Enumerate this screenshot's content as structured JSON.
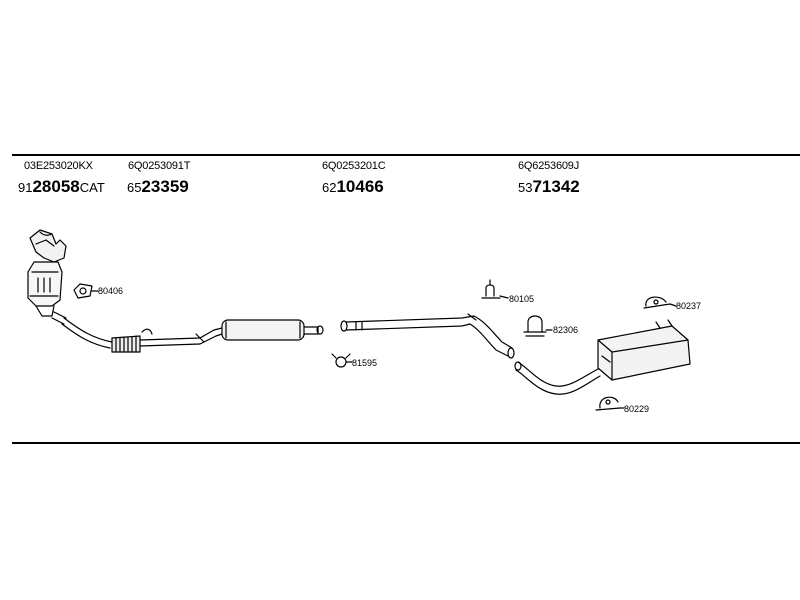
{
  "oe_numbers": [
    "03E253020KX",
    "6Q0253091T",
    "6Q0253201C",
    "6Q6253609J"
  ],
  "parts": [
    {
      "prefix": "91",
      "main": "28058",
      "suffix": "CAT"
    },
    {
      "prefix": "65",
      "main": "23359",
      "suffix": ""
    },
    {
      "prefix": "62",
      "main": "10466",
      "suffix": ""
    },
    {
      "prefix": "53",
      "main": "71342",
      "suffix": ""
    }
  ],
  "callouts": [
    "80406",
    "81595",
    "80105",
    "82306",
    "80237",
    "80229"
  ]
}
